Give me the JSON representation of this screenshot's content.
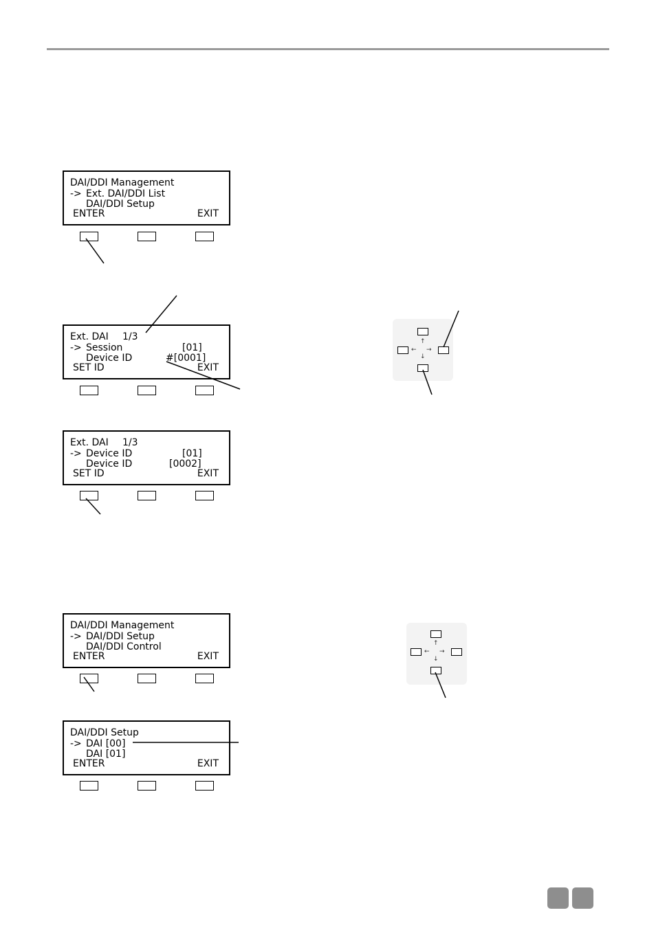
{
  "screens": [
    {
      "lines": [
        "DAI/DDI Management",
        "->",
        "Ext. DAI/DDI List",
        "DAI/DDI Setup"
      ],
      "soft_left": "ENTER",
      "soft_right": "EXIT"
    },
    {
      "title": "Ext. DAI",
      "page": "1/3",
      "arrow": "->",
      "row1_label": "Session",
      "row1_value": "[01]",
      "row2_label": "Device ID",
      "row2_value": "#[0001]",
      "soft_left": "SET ID",
      "soft_right": "EXIT"
    },
    {
      "title": "Ext. DAI",
      "page": "1/3",
      "arrow": "->",
      "row1_label": "Device ID",
      "row1_value": "[01]",
      "row2_label": "Device ID",
      "row2_value": "[0002]",
      "soft_left": "SET ID",
      "soft_right": "EXIT"
    },
    {
      "lines": [
        "DAI/DDI Management",
        "->",
        "DAI/DDI Setup",
        "DAI/DDI Control"
      ],
      "soft_left": "ENTER",
      "soft_right": "EXIT"
    },
    {
      "lines": [
        "DAI/DDI Setup",
        "->",
        "DAI [00]",
        "DAI [01]"
      ],
      "soft_left": "ENTER",
      "soft_right": "EXIT"
    }
  ],
  "arrows": {
    "up": "↑",
    "down": "↓",
    "left": "←",
    "right": "→"
  }
}
